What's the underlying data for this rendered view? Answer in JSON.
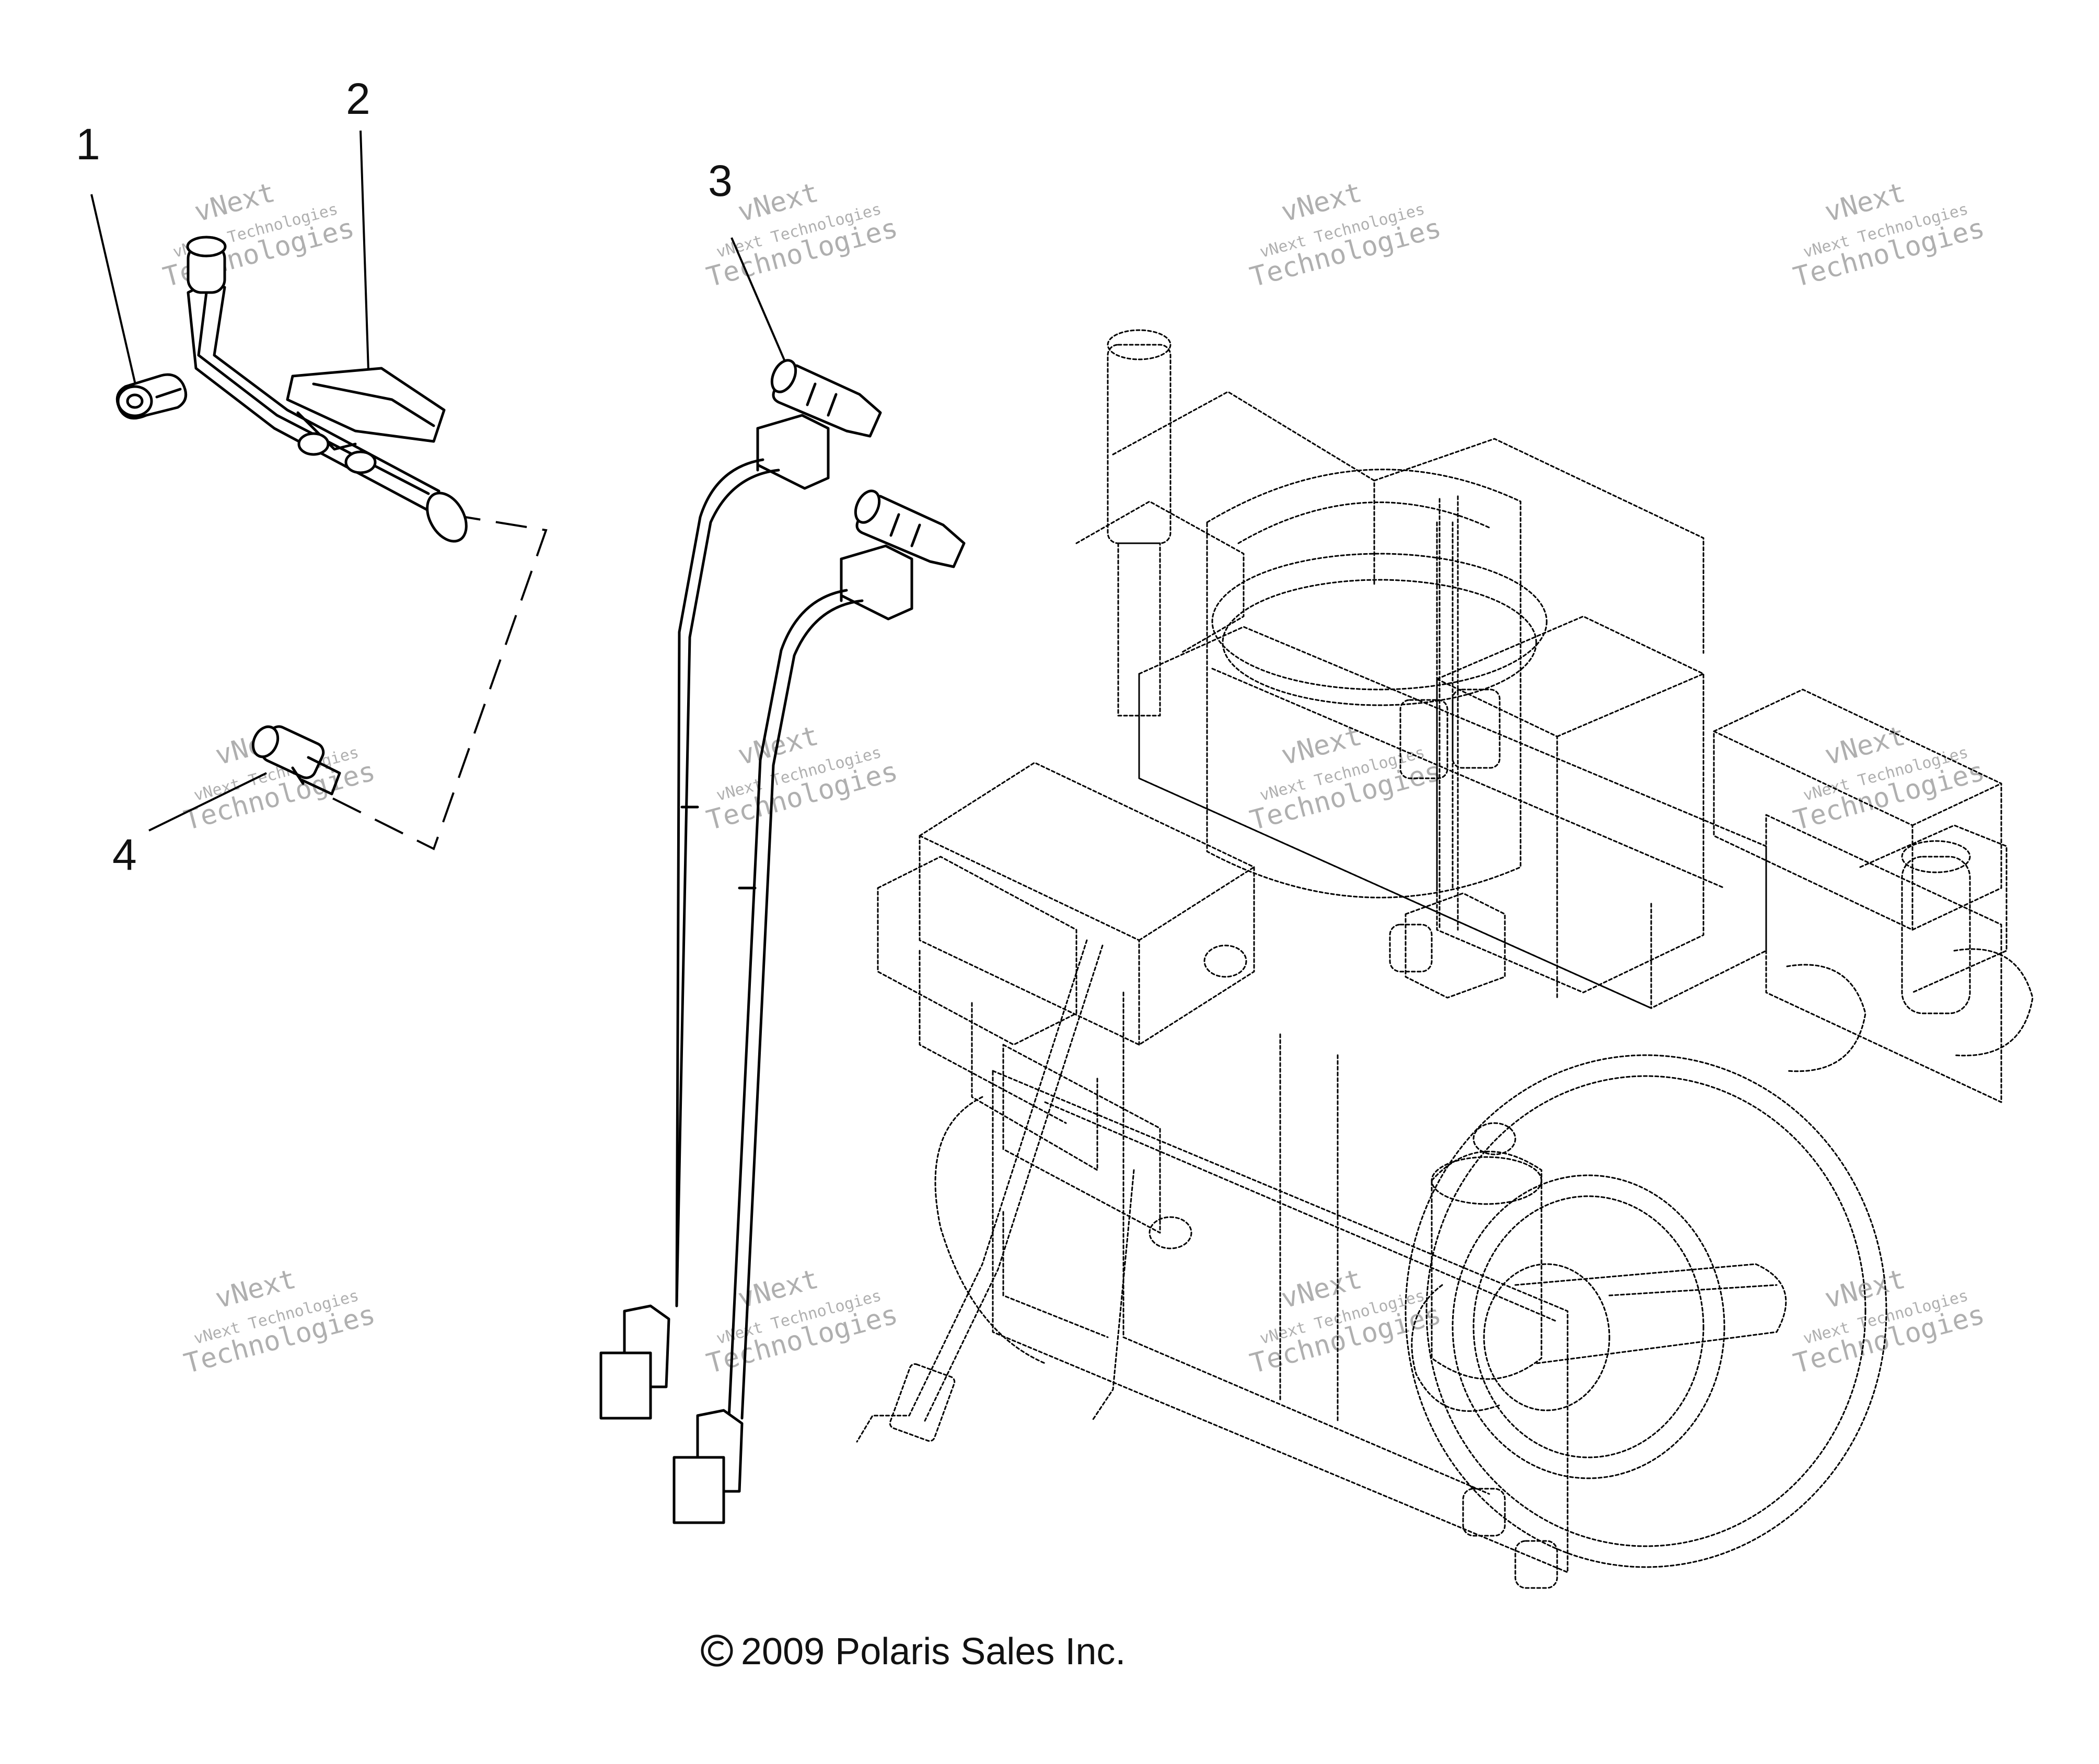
{
  "callouts": [
    {
      "label": "1"
    },
    {
      "label": "2"
    },
    {
      "label": "3"
    },
    {
      "label": "4"
    }
  ],
  "watermark": {
    "line1": "vNext Technologies",
    "line2": "vNext",
    "line3": "Technologies"
  },
  "copyright": "2009 Polaris Sales Inc.",
  "colors": {
    "line": "#000000",
    "watermark": "#6f6f6f",
    "background": "#ffffff"
  }
}
